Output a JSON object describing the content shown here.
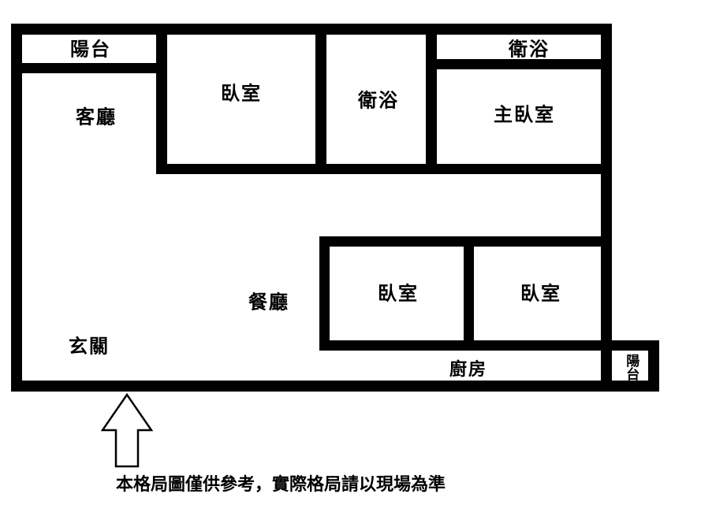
{
  "colors": {
    "wall": "#000000",
    "background": "#ffffff",
    "text": "#000000"
  },
  "rooms": {
    "balcony_top": "陽台",
    "living_room": "客廳",
    "bedroom_top": "臥室",
    "bathroom_middle": "衛浴",
    "bathroom_top_right": "衛浴",
    "master_bedroom": "主臥室",
    "dining_room": "餐廳",
    "bedroom_middle_left": "臥室",
    "bedroom_middle_right": "臥室",
    "entrance": "玄關",
    "kitchen": "廚房",
    "balcony_bottom": "陽台"
  },
  "caption": "本格局圖僅供參考，實際格局請以現場為準"
}
